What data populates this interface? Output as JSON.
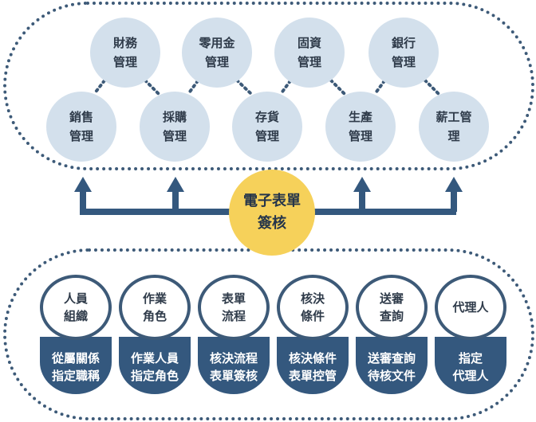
{
  "top_modules_row1": [
    {
      "label": "財務\n管理"
    },
    {
      "label": "零用金\n管理"
    },
    {
      "label": "固資\n管理"
    },
    {
      "label": "銀行\n管理"
    }
  ],
  "top_modules_row2": [
    {
      "label": "銷售\n管理"
    },
    {
      "label": "採購\n管理"
    },
    {
      "label": "存貨\n管理"
    },
    {
      "label": "生產\n管理"
    },
    {
      "label": "薪工管\n理"
    }
  ],
  "center": {
    "label": "電子表單\n簽核"
  },
  "bottom_features": [
    {
      "top": "人員\n組織",
      "bottom": "從屬關係\n指定職稱"
    },
    {
      "top": "作業\n角色",
      "bottom": "作業人員\n指定角色"
    },
    {
      "top": "表單\n流程",
      "bottom": "核決流程\n表單簽核"
    },
    {
      "top": "核決\n條件",
      "bottom": "核決條件\n表單控管"
    },
    {
      "top": "送審\n查詢",
      "bottom": "送審查詢\n待核文件"
    },
    {
      "top": "代理人",
      "bottom": "指定\n代理人"
    }
  ],
  "colors": {
    "module_fill": "#d3e0ec",
    "center_fill": "#f6d15a",
    "navy": "#34587e",
    "border": "#3d5a78"
  }
}
